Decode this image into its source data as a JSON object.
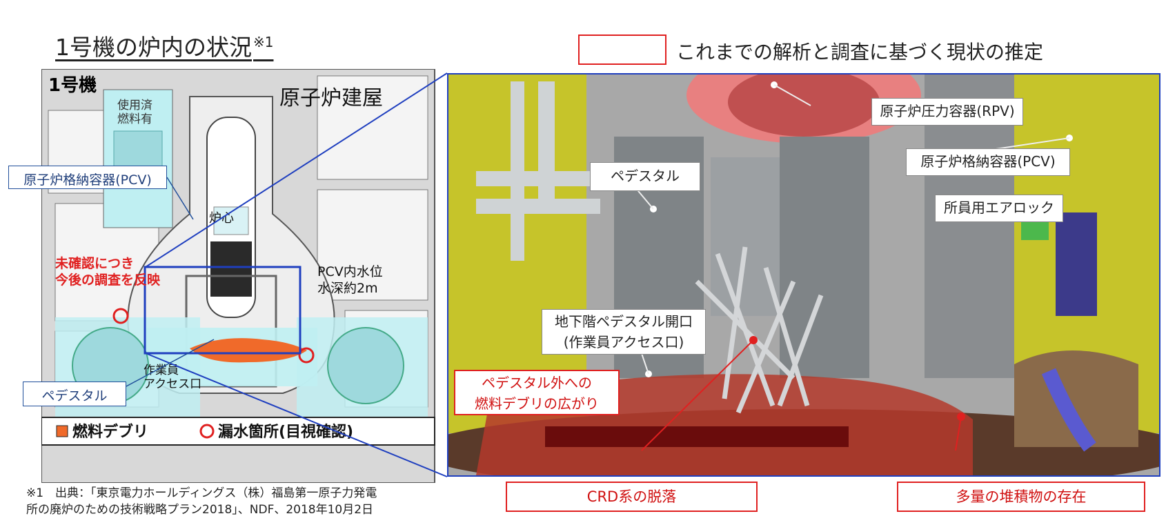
{
  "title": "1号機の炉内の状況",
  "title_note": "※1",
  "legend": {
    "text": "これまでの解析と調査に基づく現状の推定",
    "box_color": "#e02020"
  },
  "left_diagram": {
    "unit_label": "1号機",
    "building_label": "原子炉建屋",
    "spent_fuel_line1": "使用済",
    "spent_fuel_line2": "燃料有",
    "core_label": "炉心",
    "pcv_label": "原子炉格納容器(PCV)",
    "unconfirmed_line1": "未確認につき",
    "unconfirmed_line2": "今後の調査を反映",
    "water_line1": "PCV内水位",
    "water_line2": "水深約2m",
    "pedestal_label": "ペデスタル",
    "access_line1": "作業員",
    "access_line2": "アクセス口",
    "legend_debris": "燃料デブリ",
    "legend_leak": "漏水箇所(目視確認)"
  },
  "right_diagram": {
    "rpv_label": "原子炉圧力容器(RPV)",
    "pcv_label": "原子炉格納容器(PCV)",
    "airlock_label": "所員用エアロック",
    "pedestal_label": "ペデスタル",
    "opening_line1": "地下階ペデスタル開口",
    "opening_line2": "(作業員アクセス口)",
    "spread_line1": "ペデスタル外への",
    "spread_line2": "燃料デブリの広がり",
    "crd_label": "CRD系の脱落",
    "deposit_label": "多量の堆積物の存在"
  },
  "footnote": {
    "line1": "※1　出典：「東京電力ホールディングス（株）福島第一原子力発電",
    "line2": "所の廃炉のための技術戦略プラン2018」、NDF、2018年10月2日"
  },
  "colors": {
    "accent_blue": "#1f3fbf",
    "estimate_red": "#e02020",
    "debris_orange": "#f06a2a",
    "water": "#bfeff2"
  }
}
